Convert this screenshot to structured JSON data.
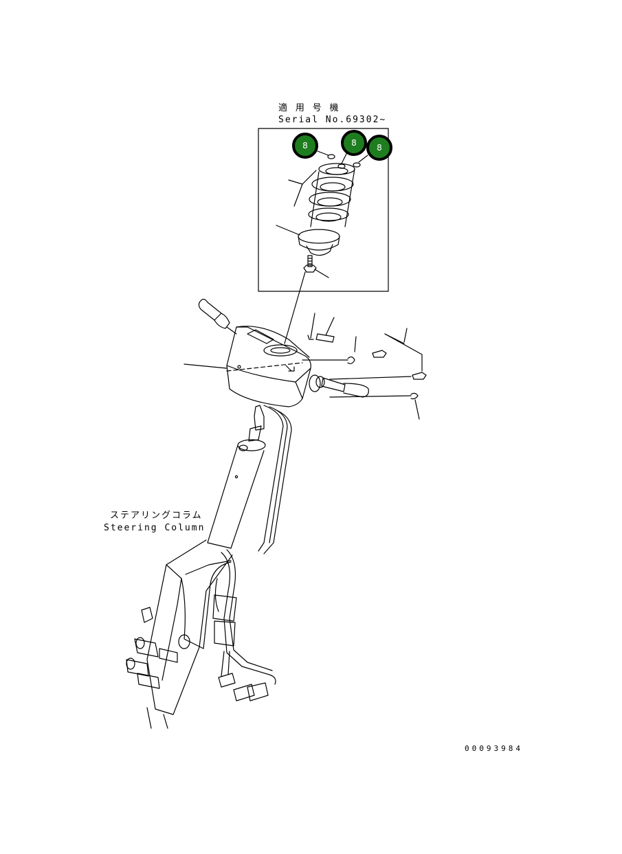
{
  "inset": {
    "title_jp": "適 用 号 機",
    "serial": "Serial No.69302~"
  },
  "column_label": {
    "jp": "ステアリングコラム",
    "en": "Steering Column"
  },
  "drawing_number": "00093984",
  "callouts": [
    {
      "label": "8"
    },
    {
      "label": "8"
    },
    {
      "label": "8"
    }
  ],
  "colors": {
    "callout_fill": "#1e7d1e",
    "callout_text": "#ffffff",
    "line": "#000000"
  }
}
